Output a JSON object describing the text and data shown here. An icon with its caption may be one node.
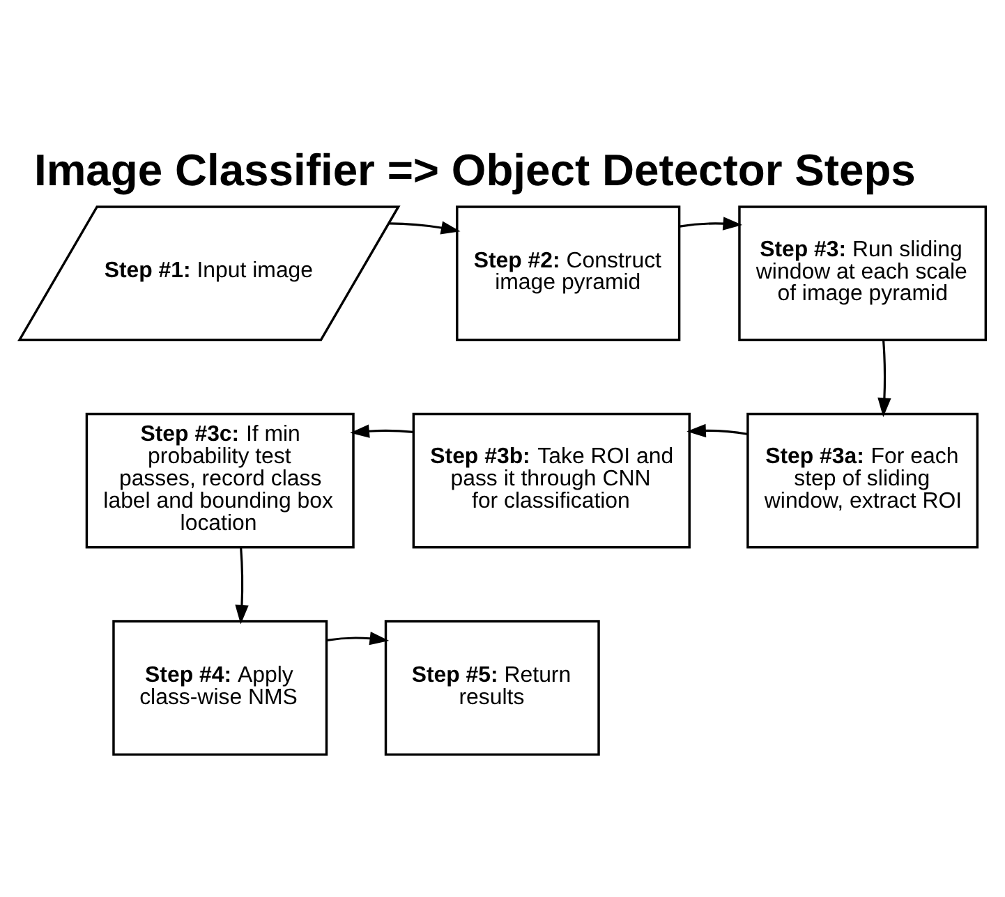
{
  "diagram": {
    "title": "Image Classifier => Object Detector Steps",
    "nodes": [
      {
        "text": [
          "**Step #1:** Input image"
        ]
      },
      {
        "text": [
          "**Step #2:** Construct image pyramid"
        ]
      },
      {
        "text": [
          "**Step #3:** Run sliding window at each scale of image pyramid"
        ]
      },
      {
        "text": [
          "**Step #3a:** For each step of sliding window, extract ROI"
        ]
      },
      {
        "text": [
          "**Step #3b:** Take ROI and pass it through CNN for classification"
        ]
      },
      {
        "text": [
          "**Step #3c:** If min probability test passes, record class label and bounding box location"
        ]
      },
      {
        "text": [
          "**Step #4:** Apply class-wise NMS"
        ]
      },
      {
        "text": [
          "**Step #5:** Return results"
        ]
      }
    ],
    "edges": [
      {
        "from": 0,
        "to": 1,
        "arrow": "to"
      },
      {
        "from": 1,
        "to": 2,
        "arrow": "to"
      },
      {
        "from": 2,
        "to": 3,
        "arrow": "to"
      },
      {
        "from": 3,
        "to": 4,
        "arrow": "to"
      },
      {
        "from": 4,
        "to": 5,
        "arrow": "to"
      },
      {
        "from": 5,
        "to": 6,
        "arrow": "to"
      },
      {
        "from": 6,
        "to": 7,
        "arrow": "to"
      }
    ]
  }
}
